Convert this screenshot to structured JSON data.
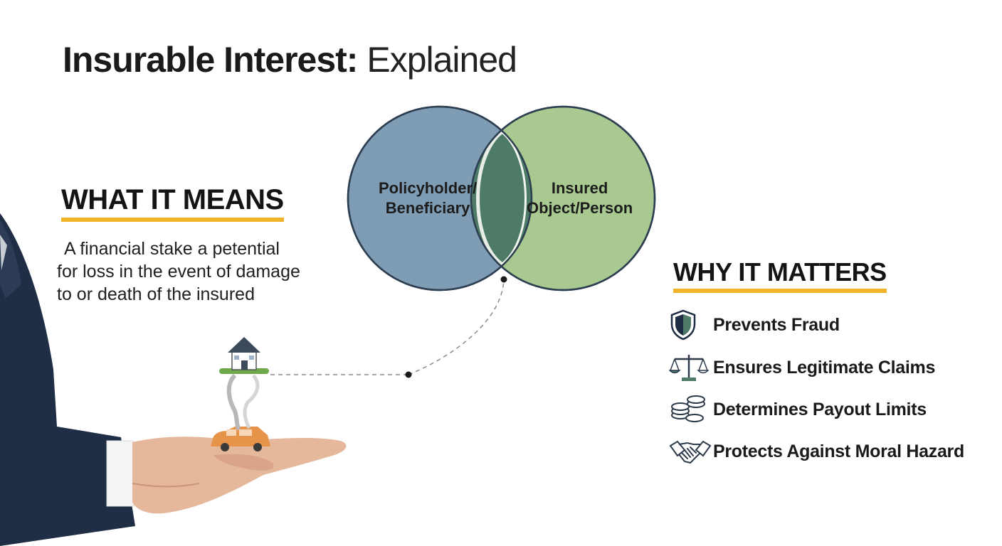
{
  "title": {
    "bold": "Insurable Interest:",
    "light": " Explained"
  },
  "what_it_means": {
    "heading": "WHAT IT MEANS",
    "lines": [
      "A financial stake a petential",
      "for loss in the event of damage",
      "to or death of the insured"
    ]
  },
  "venn": {
    "left": {
      "line1": "Policyholder/",
      "line2": "Beneficiary",
      "color": "#7f9cb5"
    },
    "right": {
      "line1": "Insured",
      "line2": "Object/Person",
      "color": "#a8c990"
    },
    "overlap_color": "#4e7b68"
  },
  "why_it_matters": {
    "heading": "WHY IT MATTERS",
    "items": [
      {
        "label": "Prevents Fraud",
        "icon": "shield-icon"
      },
      {
        "label": "Ensures Legitimate Claims",
        "icon": "scales-icon"
      },
      {
        "label": "Determines Payout Limits",
        "icon": "coins-icon"
      },
      {
        "label": "Protects Against Moral Hazard",
        "icon": "handshake-icon"
      }
    ]
  },
  "colors": {
    "accent_underline": "#f0b429",
    "car": "#e8934a",
    "platform": "#6fa84a",
    "suit": "#1f2d45"
  }
}
